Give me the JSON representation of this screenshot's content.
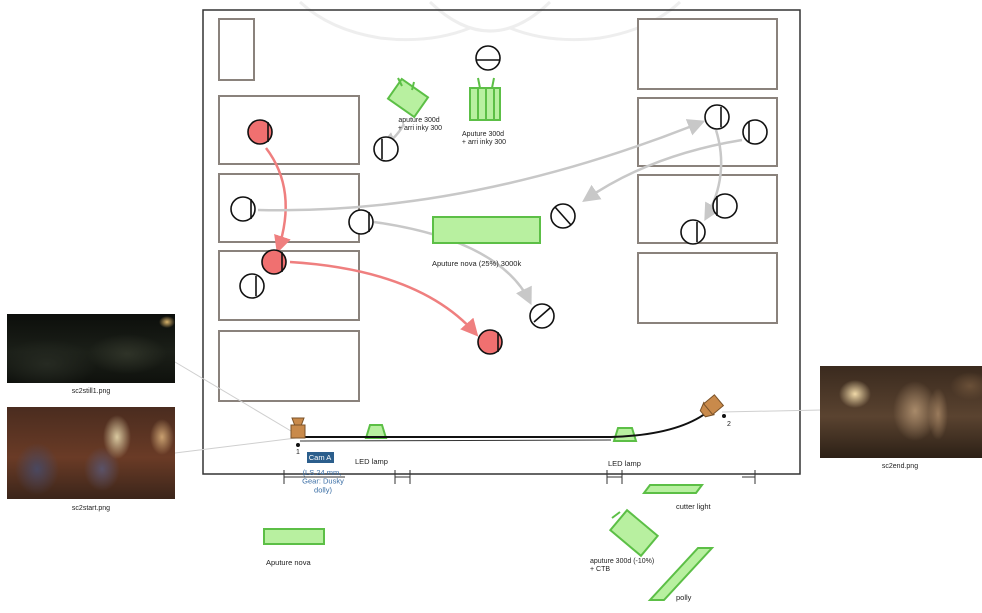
{
  "lights": {
    "aputure_300d_inky_top": "aputure 300d\n+ arri inky 300",
    "aputure_300d_inky_right": "Aputure 300d\n+ arri inky 300",
    "aputure_nova_25": "Aputure nova (25%) 3000k",
    "led_lamp_left": "LED lamp",
    "led_lamp_right": "LED lamp",
    "aputure_nova": "Aputure nova",
    "cutter_light": "cutter light",
    "aputure_300d_ctb": "aputure 300d (-10%)\n+ CTB",
    "polly": "polly"
  },
  "camera": {
    "name": "Cam A",
    "details": "(LS 24 mm,\nGear: Dusky\ndolly)",
    "mark_start": "1",
    "mark_end": "2"
  },
  "thumbnails": {
    "still1": "sc2still1.png",
    "start": "sc2start.png",
    "end": "sc2end.png"
  },
  "colors": {
    "light_fill": "#b8f0a0",
    "light_stroke": "#5cbf46",
    "actor_red": "#f07070",
    "path_red": "#ef7f7f",
    "path_gray": "#c8c8c8",
    "camera": "#c98a4b",
    "cam_label_bg": "#2b5e8c",
    "cam_detail_text": "#3a6ea5"
  }
}
